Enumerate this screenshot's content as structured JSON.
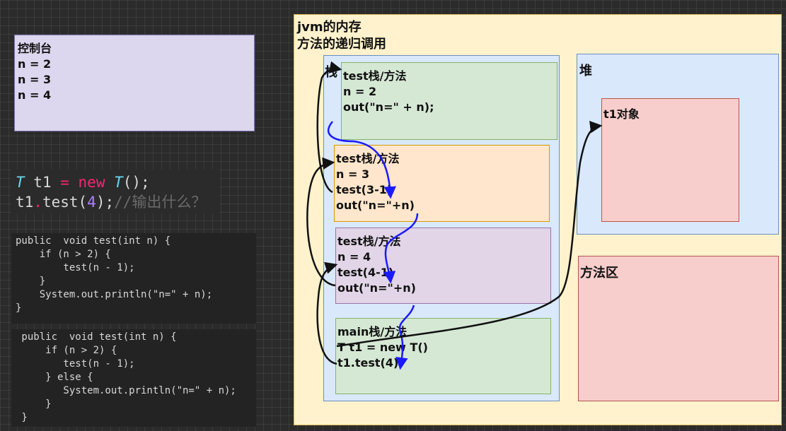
{
  "console": {
    "title": "控制台",
    "lines": [
      "n = 2",
      "n = 3",
      "n = 4"
    ]
  },
  "code_snippet": {
    "line1": {
      "type": "T",
      "var": " t1 ",
      "eq": "=",
      "new": " new ",
      "ctor": "T",
      "rest": "();"
    },
    "line2": {
      "obj": "t1",
      "dot": ".",
      "call": "test(",
      "arg": "4",
      "end": ");",
      "comment": "//输出什么？"
    }
  },
  "method1": {
    "lines": [
      "public  void test(int n) {",
      "    if (n > 2) {",
      "        test(n - 1);",
      "    }",
      "    System.out.println(\"n=\" + n);",
      "}"
    ]
  },
  "method2": {
    "lines": [
      " public  void test(int n) {",
      "     if (n > 2) {",
      "        test(n - 1);",
      "     } else {",
      "        System.out.println(\"n=\" + n);",
      "     }",
      " }"
    ]
  },
  "jvm": {
    "title": "jvm的内存",
    "subtitle": "方法的递归调用",
    "stack_label": "栈",
    "heap_label": "堆",
    "method_area_label": "方法区",
    "object_label": "t1对象",
    "frames": [
      {
        "lines": [
          "test栈/方法",
          "n = 2",
          "out(\"n=\" + n);"
        ]
      },
      {
        "lines": [
          "test栈/方法",
          "n = 3",
          "test(3-1)",
          "out(\"n=\"+n)"
        ]
      },
      {
        "lines": [
          "test栈/方法",
          "n = 4",
          "test(4-1)",
          "out(\"n=\"+n)"
        ]
      },
      {
        "lines": [
          "main栈/方法",
          "T t1 = new T()",
          "t1.test(4)"
        ]
      }
    ]
  },
  "colors": {
    "call_arrow": "#1a1aff",
    "return_arrow": "#111111"
  }
}
